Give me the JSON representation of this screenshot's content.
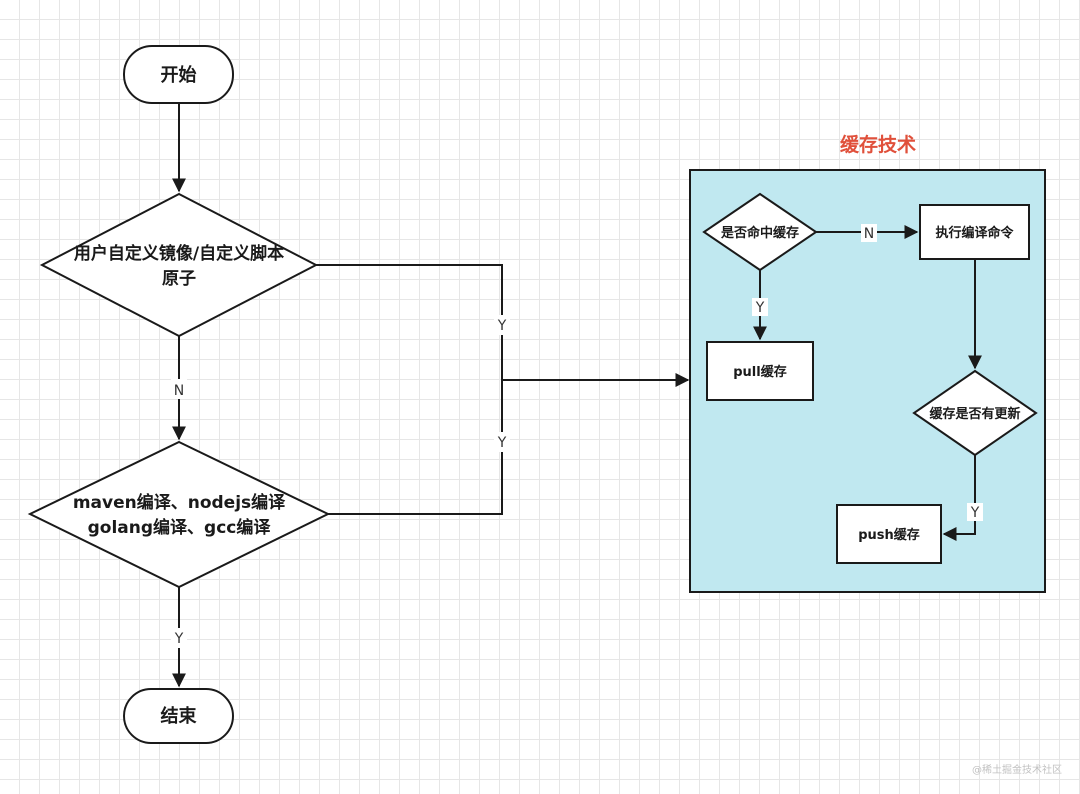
{
  "colors": {
    "stroke": "#1a1a1a",
    "cache_panel_fill": "#c0e8f0",
    "cache_title": "#e0503b"
  },
  "nodes": {
    "start": "开始",
    "decision_custom_line1": "用户自定义镜像/自定义脚本",
    "decision_custom_line2": "原子",
    "decision_compile_line1": "maven编译、nodejs编译",
    "decision_compile_line2": "golang编译、gcc编译",
    "end": "结束"
  },
  "cache": {
    "title": "缓存技术",
    "hit_decision": "是否命中缓存",
    "execute": "执行编译命令",
    "pull": "pull缓存",
    "updated_decision": "缓存是否有更新",
    "push": "push缓存"
  },
  "edges": {
    "custom_to_compile": "N",
    "custom_to_cache": "Y",
    "compile_to_cache": "Y",
    "compile_to_end": "Y",
    "hit_to_execute": "N",
    "hit_to_pull": "Y",
    "updated_to_push": "Y"
  },
  "watermark": "@稀土掘金技术社区"
}
